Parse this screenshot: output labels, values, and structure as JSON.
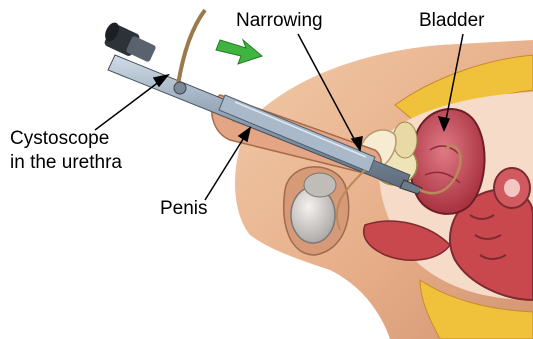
{
  "labels": {
    "narrowing": "Narrowing",
    "bladder": "Bladder",
    "cystoscope_line1": "Cystoscope",
    "cystoscope_line2": "in the urethra",
    "penis": "Penis"
  },
  "colors": {
    "skin": "#e8b58f",
    "skin_shadow": "#c98a66",
    "fat": "#f0c23c",
    "muscle": "#c8484e",
    "bladder": "#c4465a",
    "instrument": "#8f9fb0",
    "arrow_green": "#3fb53f"
  }
}
